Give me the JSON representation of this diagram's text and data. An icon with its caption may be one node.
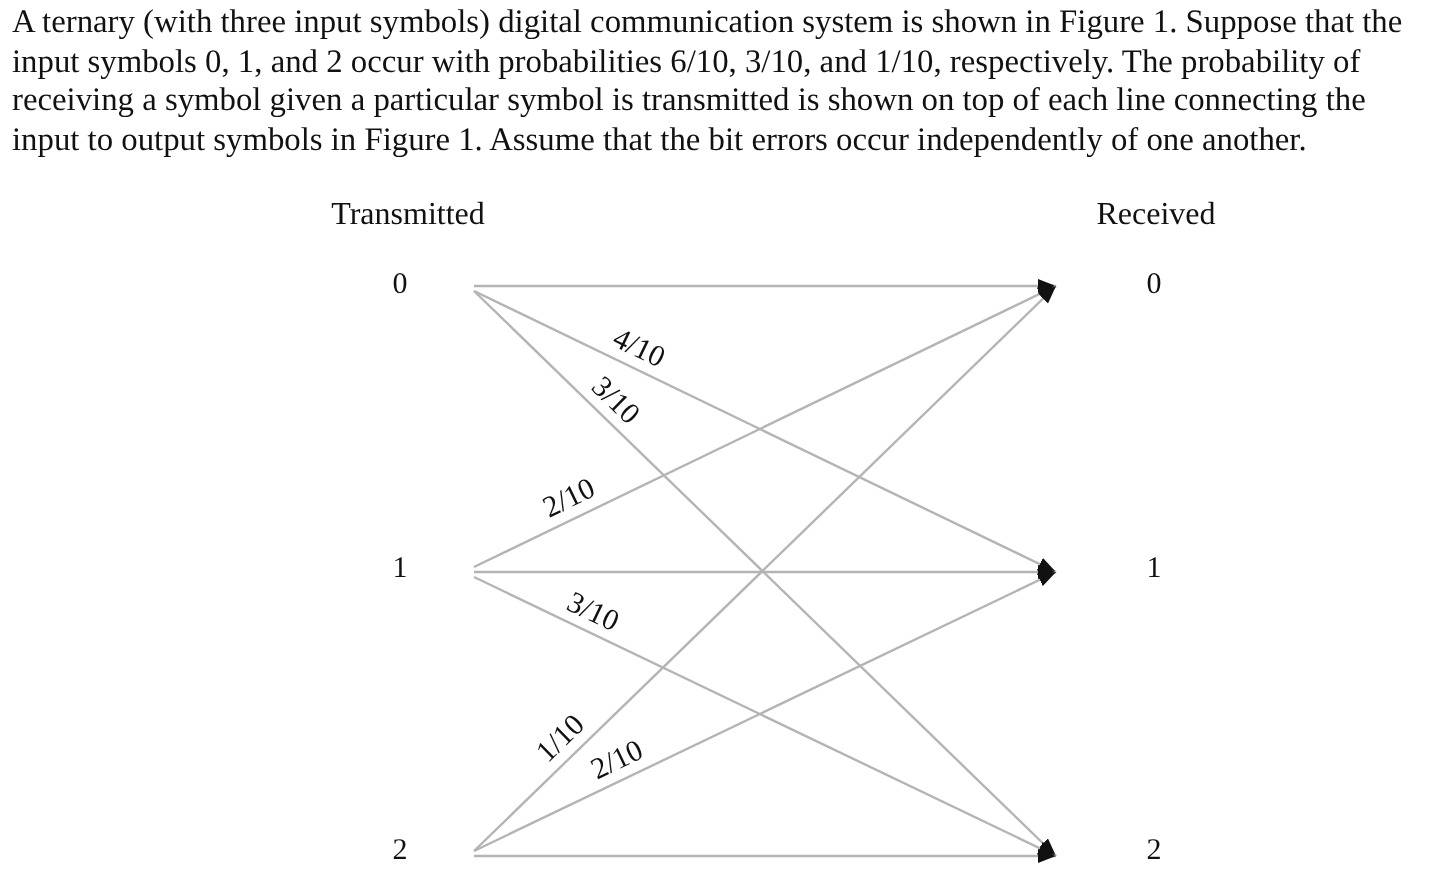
{
  "diagram": {
    "nodes": [
      {
        "text": [
          "0"
        ]
      },
      {
        "text": [
          "1"
        ]
      },
      {
        "text": [
          "2"
        ]
      },
      {
        "text": [
          "0"
        ]
      },
      {
        "text": [
          "1"
        ]
      },
      {
        "text": [
          "2"
        ]
      }
    ],
    "edges": [
      {
        "from": 0,
        "to": 3,
        "arrow": "to"
      },
      {
        "from": 0,
        "to": 4,
        "arrow": "to",
        "label": "4/10"
      },
      {
        "from": 0,
        "to": 5,
        "arrow": "to",
        "label": "3/10"
      },
      {
        "from": 1,
        "to": 3,
        "arrow": "to",
        "label": "2/10"
      },
      {
        "from": 1,
        "to": 4,
        "arrow": "to"
      },
      {
        "from": 1,
        "to": 5,
        "arrow": "to",
        "label": "3/10"
      },
      {
        "from": 2,
        "to": 3,
        "arrow": "to",
        "label": "1/10"
      },
      {
        "from": 2,
        "to": 4,
        "arrow": "to",
        "label": "2/10"
      },
      {
        "from": 2,
        "to": 5,
        "arrow": "to"
      }
    ],
    "labels": [
      "A ternary (with three input symbols) digital communication system is shown in Figure 1. Suppose that the input symbols 0, 1, and 2 occur with probabilities 6/10, 3/10, and 1/10, respectively. The probability of receiving a symbol given a particular symbol is transmitted is shown on top of each line connecting the input to output symbols in Figure 1. Assume that the bit errors occur independently of one another.",
      "Transmitted",
      "Received"
    ]
  }
}
